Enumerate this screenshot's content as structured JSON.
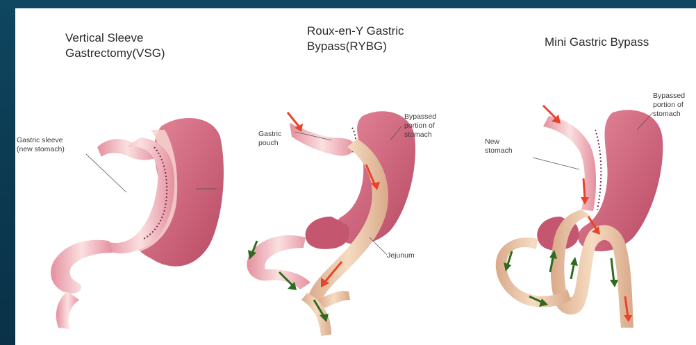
{
  "panels": [
    {
      "title": "Vertical Sleeve\nGastrectomy(VSG)",
      "labels": {
        "sleeve": "Gastric sleeve\n(new stomach)"
      }
    },
    {
      "title": "Roux-en-Y Gastric\nBypass(RYBG)",
      "labels": {
        "bypassed": "Bypassed\nportion of\nstomach",
        "pouch": "Gastric\npouch",
        "jejunum": "Jejunum"
      }
    },
    {
      "title": "Mini Gastric Bypass",
      "labels": {
        "bypassed": "Bypassed\nportion of\nstomach",
        "new_stomach": "New\nstomach"
      }
    }
  ],
  "colors": {
    "background": "#0b3950",
    "stomach": "#c9586f",
    "stomach_light": "#f3c7c7",
    "sleeve_pink": "#e9a0ae",
    "intestine": "#ebc6a4",
    "red_arrow": "#e8442a",
    "green_arrow": "#2e6b1e"
  }
}
